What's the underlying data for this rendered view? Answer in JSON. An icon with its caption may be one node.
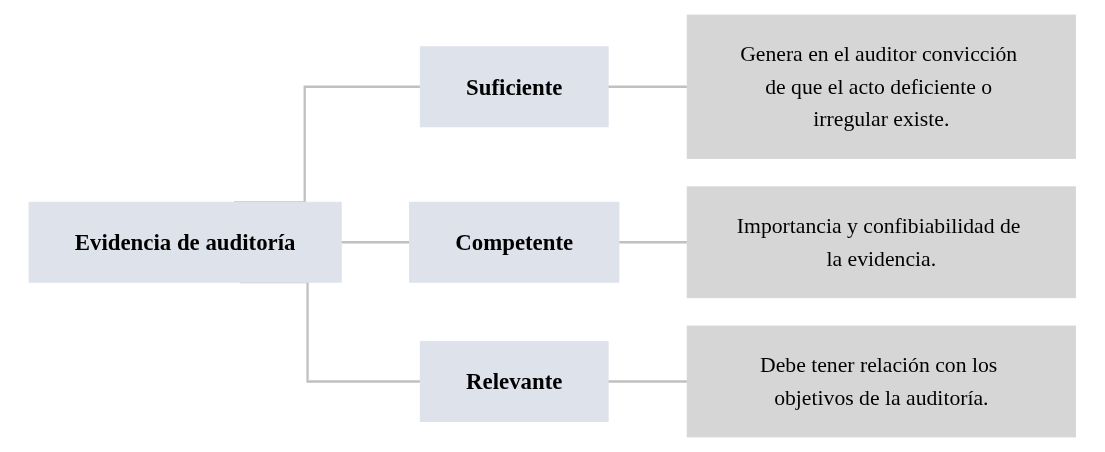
{
  "diagram": {
    "nodes": [
      {
        "text": [
          "Evidencia de auditoría"
        ]
      },
      {
        "text": [
          "Suficiente"
        ]
      },
      {
        "text": [
          "Genera en el auditor convicción de que el acto deficiente o irregular existe."
        ]
      },
      {
        "text": [
          "Competente"
        ]
      },
      {
        "text": [
          "Importancia y confibiabilidad de la evidencia."
        ]
      },
      {
        "text": [
          "Relevante"
        ]
      },
      {
        "text": [
          "Debe tener relación con los objetivos de la auditoría."
        ]
      }
    ],
    "edges": [
      {
        "from": 0,
        "to": 1,
        "arrow": "none"
      },
      {
        "from": 0,
        "to": 3,
        "arrow": "none"
      },
      {
        "from": 0,
        "to": 5,
        "arrow": "none"
      },
      {
        "from": 1,
        "to": 2,
        "arrow": "none"
      },
      {
        "from": 3,
        "to": 4,
        "arrow": "none"
      },
      {
        "from": 5,
        "to": 6,
        "arrow": "none"
      }
    ]
  }
}
